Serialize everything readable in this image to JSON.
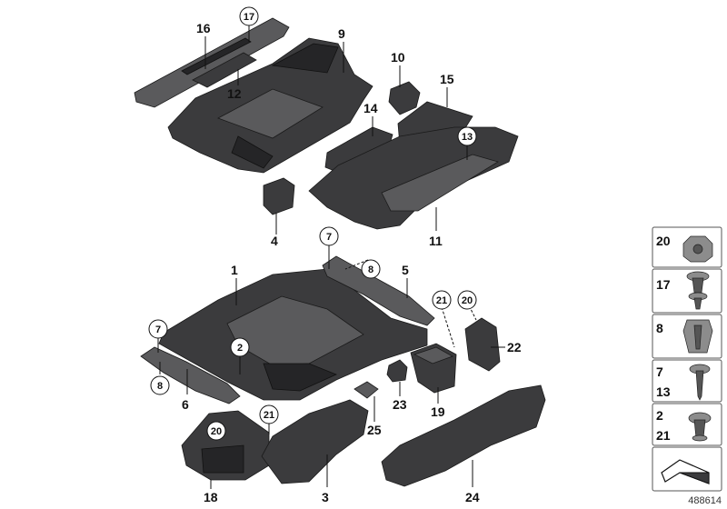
{
  "callouts": {
    "c1": "1",
    "c2": "2",
    "c3": "3",
    "c4": "4",
    "c5": "5",
    "c6": "6",
    "c7a": "7",
    "c7b": "7",
    "c8a": "8",
    "c8b": "8",
    "c9": "9",
    "c10": "10",
    "c11": "11",
    "c12": "12",
    "c13": "13",
    "c14": "14",
    "c15": "15",
    "c16": "16",
    "c17": "17",
    "c18": "18",
    "c19": "19",
    "c20a": "20",
    "c20b": "20",
    "c21a": "21",
    "c21b": "21",
    "c22": "22",
    "c23": "23",
    "c24": "24",
    "c25": "25"
  },
  "legend": {
    "items": [
      {
        "labels": [
          "20"
        ]
      },
      {
        "labels": [
          "17"
        ]
      },
      {
        "labels": [
          "8"
        ]
      },
      {
        "labels": [
          "7",
          "13"
        ]
      },
      {
        "labels": [
          "2",
          "21"
        ]
      }
    ]
  },
  "diagram_id": "488614"
}
